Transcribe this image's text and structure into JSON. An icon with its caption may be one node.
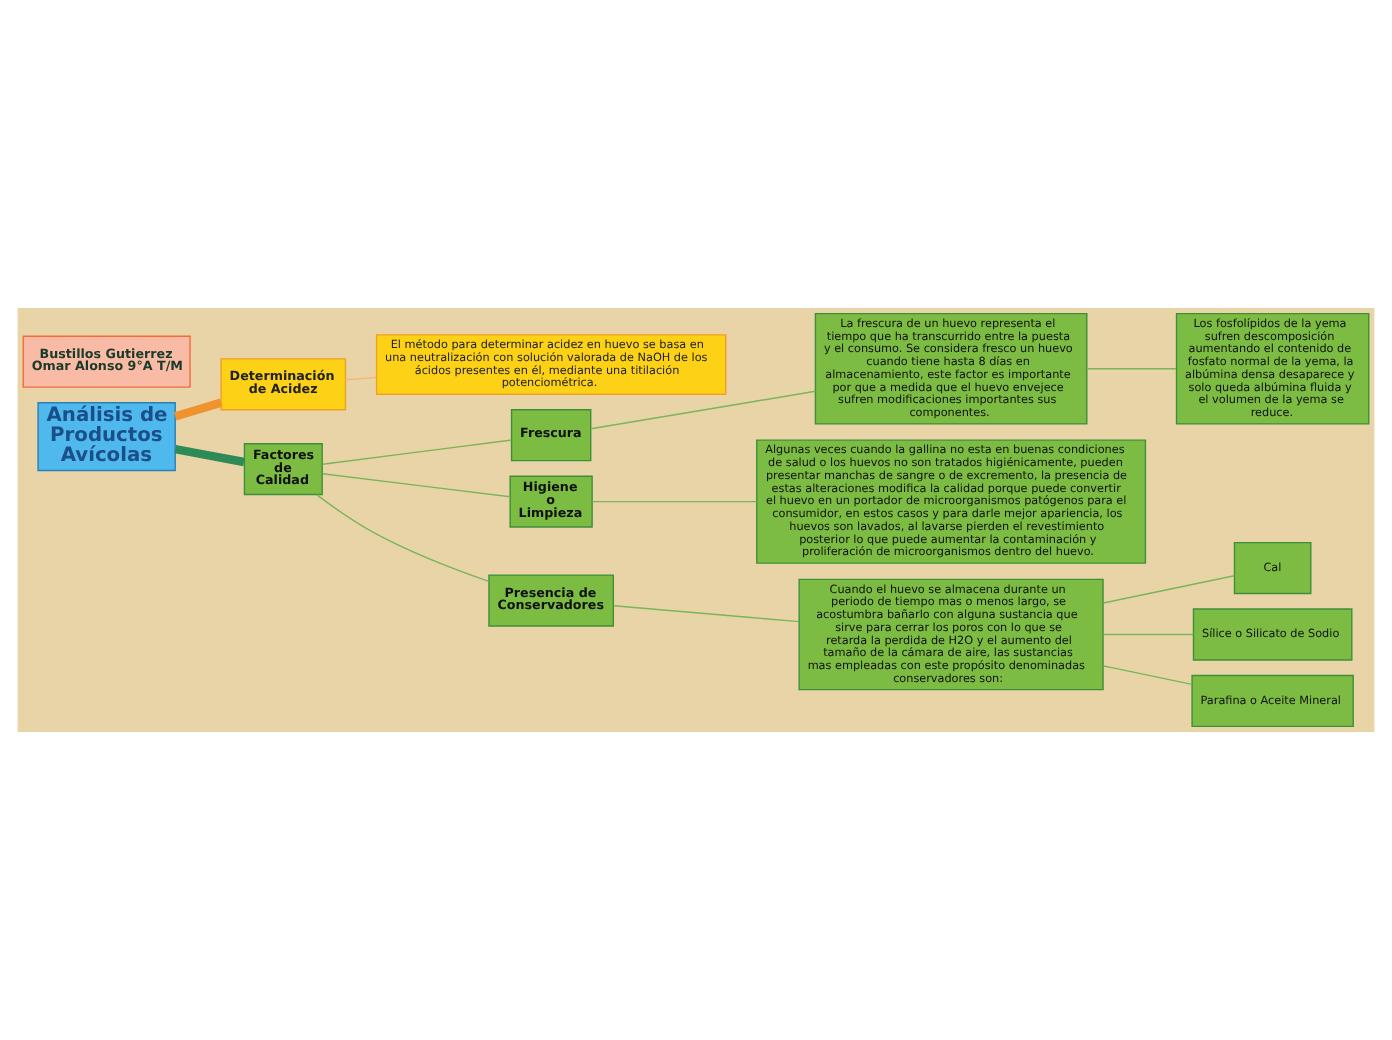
{
  "diagram": {
    "nodes": [
      {
        "text": [
          "Análisis de Productos Avícolas"
        ]
      },
      {
        "text": [
          "Determinación de Acidez"
        ]
      },
      {
        "text": [
          "El método para determinar acidez en huevo se basa en una neutralización con solución valorada de NaOH de los ácidos presentes en él, mediante una titilación potenciométrica."
        ]
      },
      {
        "text": [
          "Factores de Calidad"
        ]
      },
      {
        "text": [
          "Frescura"
        ]
      },
      {
        "text": [
          "La frescura de un huevo representa el tiempo que ha transcurrido entre la puesta y el consumo. Se considera fresco un huevo cuando tiene hasta 8 días en almacenamiento, este factor es importante por que a medida que el huevo envejece sufren modificaciones importantes sus componentes."
        ]
      },
      {
        "text": [
          "Los fosfolípidos de la yema sufren descomposición aumentando el contenido de fosfato normal de la yema, la albúmina densa desaparece y solo queda albúmina fluida y el volumen de la yema se reduce."
        ]
      },
      {
        "text": [
          "Higiene o Limpieza"
        ]
      },
      {
        "text": [
          "Algunas veces cuando la gallina no esta en buenas condiciones de salud o los huevos no son tratados higiénicamente, pueden presentar manchas de sangre o de excremento, la presencia de estas alteraciones modifica la calidad porque puede convertir el huevo en un portador de microorganismos patógenos para el consumidor, en estos casos y para darle mejor apariencia, los huevos son lavados, al lavarse pierden el revestimiento posterior lo que puede aumentar la contaminación y proliferación de microorganismos dentro del huevo."
        ]
      },
      {
        "text": [
          "Presencia de Conservadores"
        ]
      },
      {
        "text": [
          "Cuando el huevo se almacena durante un periodo de tiempo mas o menos largo, se acostumbra bañarlo con alguna sustancia que sirve para cerrar los poros con lo que se retarda la perdida de H2O y el aumento del tamaño de la cámara de aire, las sustancias mas empleadas con este propósito denominadas conservadores son:"
        ]
      },
      {
        "text": [
          "Cal"
        ]
      },
      {
        "text": [
          "Sílice o Silicato de Sodio"
        ]
      },
      {
        "text": [
          "Parafina o Aceite Mineral"
        ]
      },
      {
        "text": [
          "Bustillos Gutierrez Omar Alonso 9°A T/M"
        ]
      }
    ],
    "edges": [
      {
        "from": 0,
        "to": 1,
        "arrow": "none",
        "style": "thick",
        "color": "#f0922e"
      },
      {
        "from": 1,
        "to": 2,
        "arrow": "none",
        "color": "#f5b77a"
      },
      {
        "from": 0,
        "to": 3,
        "arrow": "none",
        "style": "thick",
        "color": "#2e8b57"
      },
      {
        "from": 3,
        "to": 4,
        "arrow": "none"
      },
      {
        "from": 4,
        "to": 5,
        "arrow": "none"
      },
      {
        "from": 5,
        "to": 6,
        "arrow": "none"
      },
      {
        "from": 3,
        "to": 7,
        "arrow": "none"
      },
      {
        "from": 7,
        "to": 8,
        "arrow": "none"
      },
      {
        "from": 3,
        "to": 9,
        "arrow": "none"
      },
      {
        "from": 9,
        "to": 10,
        "arrow": "none"
      },
      {
        "from": 10,
        "to": 11,
        "arrow": "none"
      },
      {
        "from": 10,
        "to": 12,
        "arrow": "none"
      },
      {
        "from": 10,
        "to": 13,
        "arrow": "none"
      }
    ]
  }
}
